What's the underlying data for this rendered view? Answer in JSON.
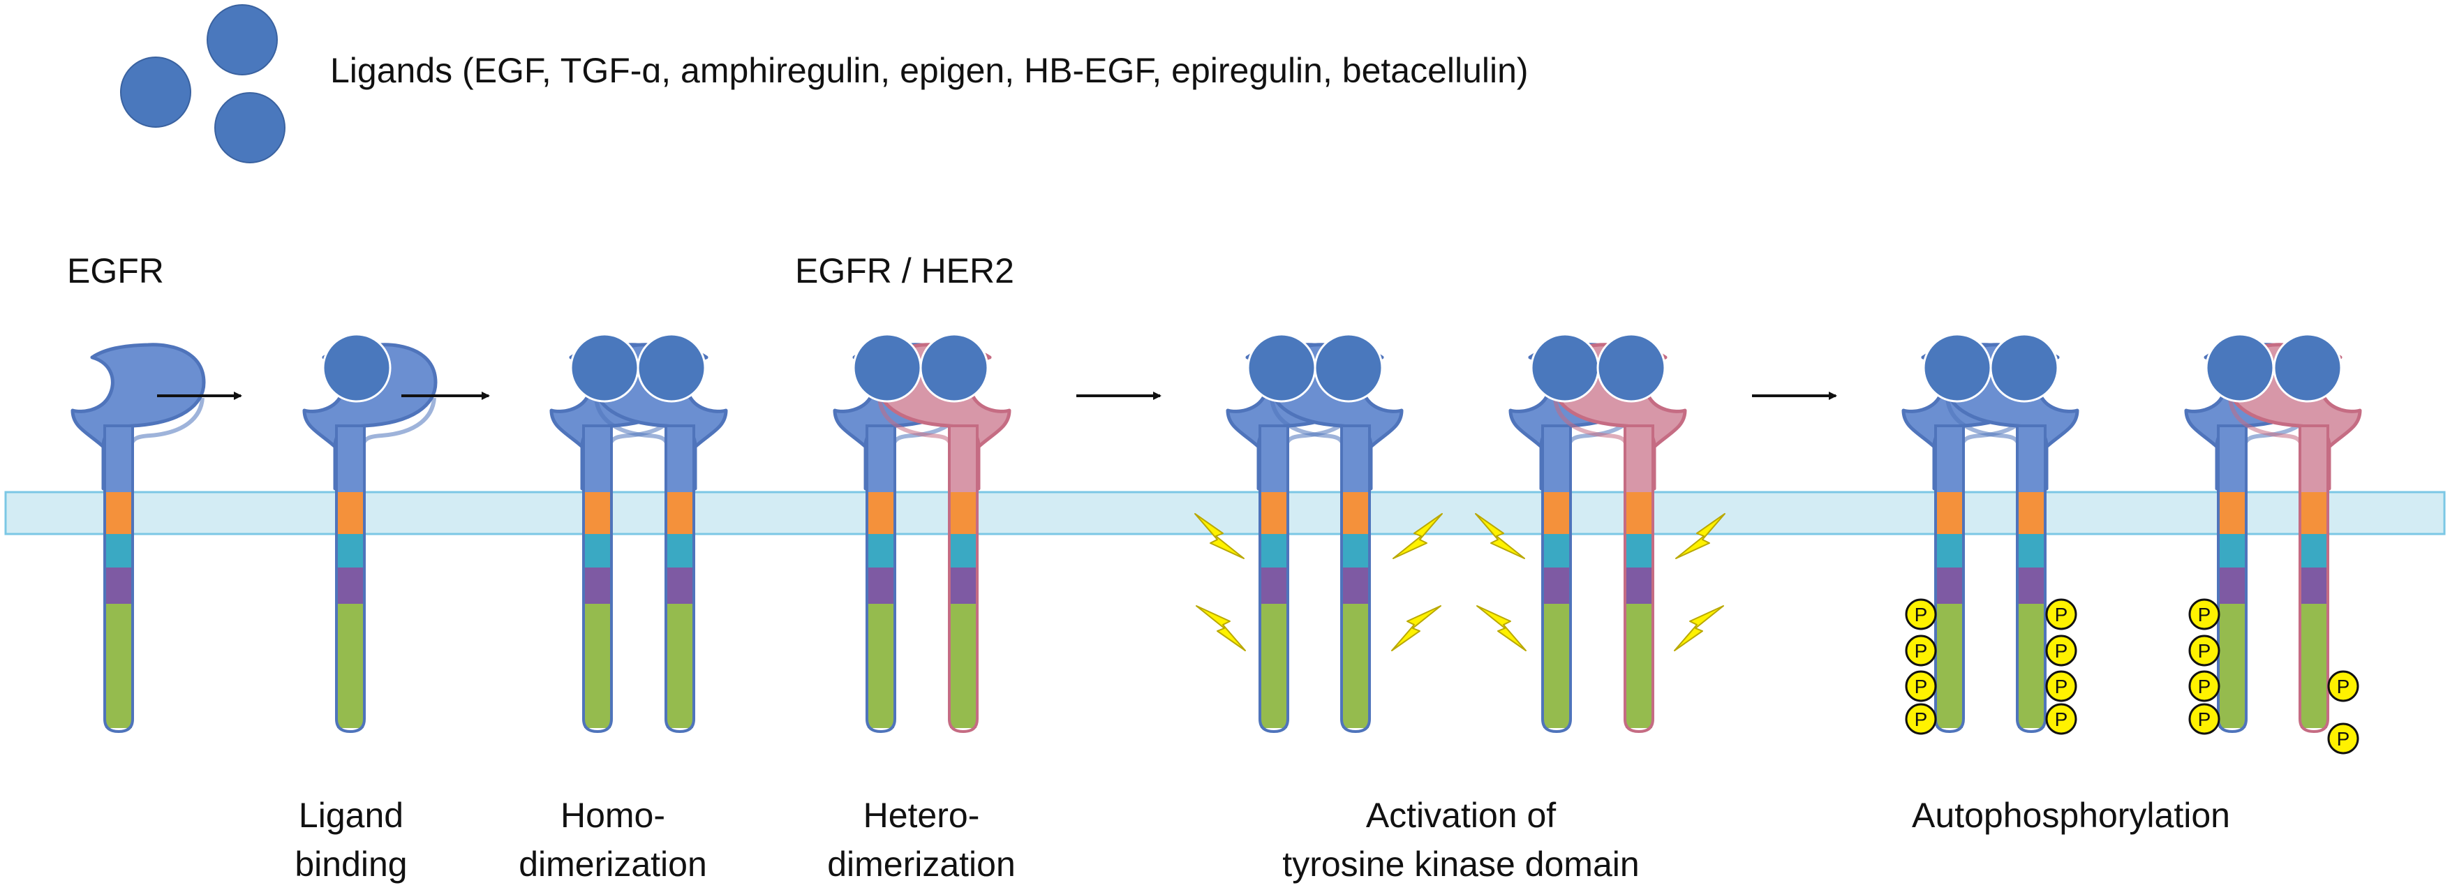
{
  "legend": {
    "text": "Ligands (EGF, TGF-ɑ, amphiregulin, epigen, HB-EGF, epiregulin, betacellulin)"
  },
  "labels": {
    "egfr": "EGFR",
    "egfr_her2": "EGFR / HER2"
  },
  "stages": [
    {
      "line1": "Ligand",
      "line2": "binding"
    },
    {
      "line1": "Homo-",
      "line2": "dimerization"
    },
    {
      "line1": "Hetero-",
      "line2": "dimerization"
    },
    {
      "line1": "Activation of",
      "line2": "tyrosine kinase domain"
    },
    {
      "line1": "Autophosphorylation",
      "line2": ""
    }
  ],
  "phospho_symbol": "P",
  "colors": {
    "egfr": "#4f74bb",
    "egfr_light": "#6b8fd1",
    "her2": "#c56c83",
    "her2_light": "#d797a8",
    "ligand": "#4a78bd",
    "membrane": "#d3ecf4",
    "membrane_border": "#7bc7e5",
    "segment_orange": "#f4913b",
    "segment_teal": "#3aa9c3",
    "segment_purple": "#7e5aa3",
    "segment_green": "#95bb4e",
    "bolt": "#fff200",
    "phospho": "#fff200"
  }
}
